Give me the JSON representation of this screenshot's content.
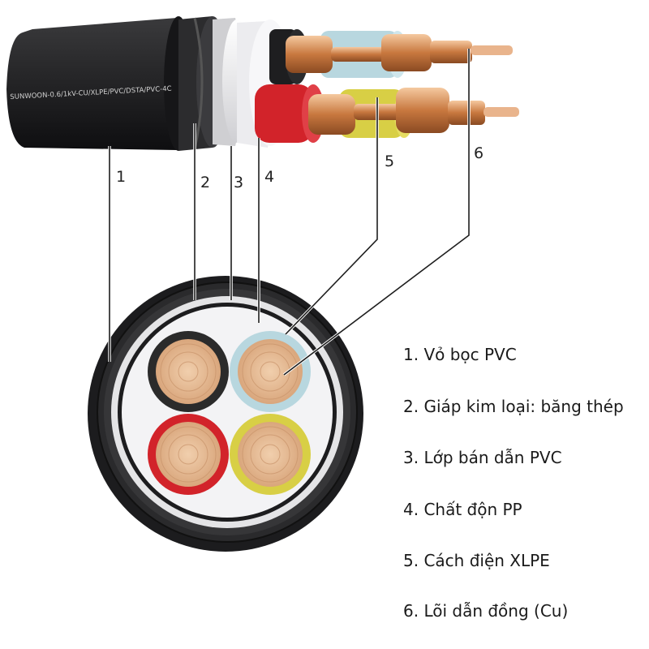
{
  "cable": {
    "jacket_print": "SUNWOON-0.6/1kV-CU/XLPE/PVC/DSTA/PVC-4C",
    "colors": {
      "jacket": "#1c1c1e",
      "armor": "#2a2a2c",
      "semi_layer": "#e4e4e6",
      "filler": "#f3f3f5",
      "core_black": "#2b2b2b",
      "core_blue": "#b8d7df",
      "core_red": "#d2232a",
      "core_yellow": "#d8cf45",
      "copper": "#e6b88f",
      "copper_dark": "#b8703f"
    }
  },
  "callouts": [
    "1",
    "2",
    "3",
    "4",
    "5",
    "6"
  ],
  "legend": [
    "1. Vỏ bọc PVC",
    "2. Giáp kim loại: băng thép",
    "3. Lớp bán dẫn PVC",
    "4. Chất độn PP",
    "5. Cách điện XLPE",
    "6. Lõi dẫn đồng (Cu)"
  ]
}
